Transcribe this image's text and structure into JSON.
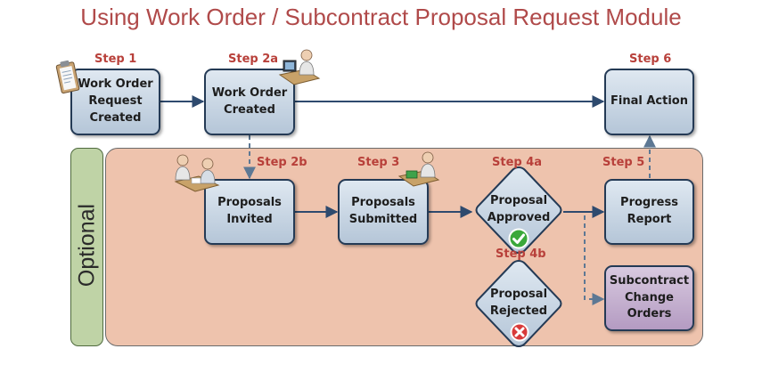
{
  "title": "Using Work Order / Subcontract Proposal Request Module",
  "optional_label": "Optional",
  "steps": {
    "s1": {
      "label": "Step 1",
      "text": [
        "Work Order",
        "Request",
        "Created"
      ]
    },
    "s2a": {
      "label": "Step 2a",
      "text": [
        "Work Order",
        "Created"
      ]
    },
    "s6": {
      "label": "Step 6",
      "text": [
        "Final Action"
      ]
    },
    "s2b": {
      "label": "Step 2b",
      "text": [
        "Proposals",
        "Invited"
      ]
    },
    "s3": {
      "label": "Step 3",
      "text": [
        "Proposals",
        "Submitted"
      ]
    },
    "s4a": {
      "label": "Step 4a",
      "text": [
        "Proposal",
        "Approved"
      ]
    },
    "s4b": {
      "label": "Step 4b",
      "text": [
        "Proposal",
        "Rejected"
      ]
    },
    "s5": {
      "label": "Step 5",
      "text": [
        "Progress",
        "Report"
      ]
    },
    "sco": {
      "text": [
        "Subcontract",
        "Change",
        "Orders"
      ]
    }
  },
  "icons": {
    "approved": "check-icon",
    "rejected": "cross-icon",
    "s1": "clipboard-icon",
    "s2a": "person-at-desk-icon",
    "s2b": "meeting-people-icon",
    "s3": "person-at-desk-icon"
  },
  "colors": {
    "title": "#b04a4a",
    "step_label": "#b8403a",
    "box": "#c7d5e4",
    "optional_panel": "#eec3ad",
    "optional_tab": "#bfd3a6",
    "change_orders": "#c6b2d0",
    "connector": "#2e4a6e"
  }
}
